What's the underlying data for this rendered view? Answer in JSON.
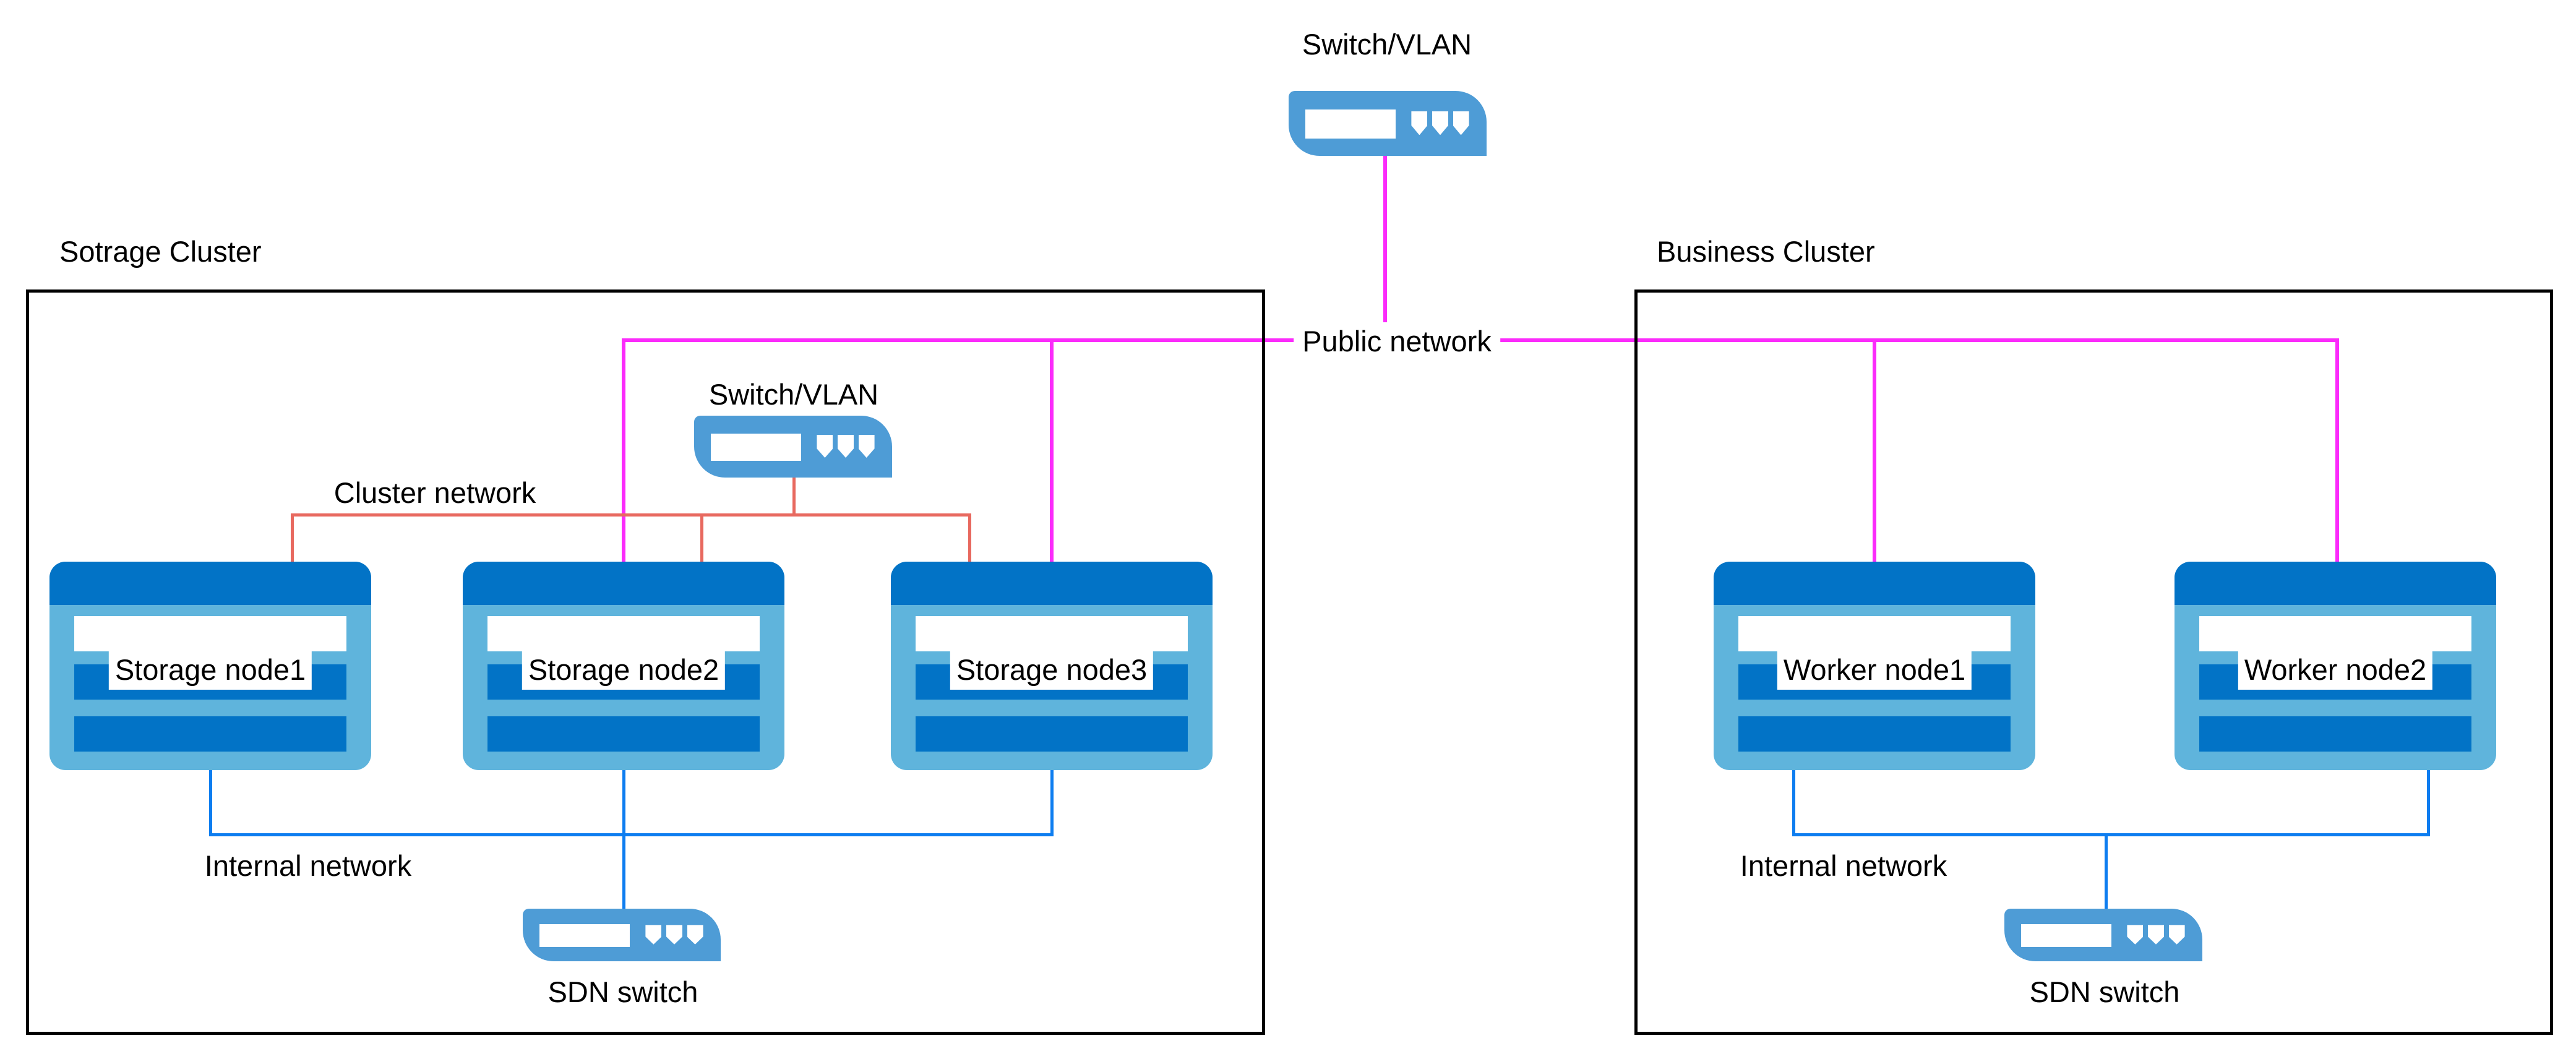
{
  "colors": {
    "switch-blue": "#4E9CD6",
    "node-body": "#5FB4DC",
    "node-dark": "#0273C6",
    "internal-line": "#0D7DF0",
    "cluster-line": "#E8695F",
    "public-line": "#FB2BFB",
    "box-border": "#000000",
    "text-color": "#000000"
  },
  "top_switch": {
    "label": "Switch/VLAN"
  },
  "public_network": {
    "label": "Public network"
  },
  "storage_cluster": {
    "title": "Sotrage Cluster",
    "switch_label": "Switch/VLAN",
    "cluster_network_label": "Cluster network",
    "internal_network_label": "Internal network",
    "sdn_switch_label": "SDN switch",
    "nodes": [
      "Storage node1",
      "Storage node2",
      "Storage node3"
    ]
  },
  "business_cluster": {
    "title": "Business Cluster",
    "internal_network_label": "Internal network",
    "sdn_switch_label": "SDN switch",
    "nodes": [
      "Worker node1",
      "Worker node2"
    ]
  }
}
